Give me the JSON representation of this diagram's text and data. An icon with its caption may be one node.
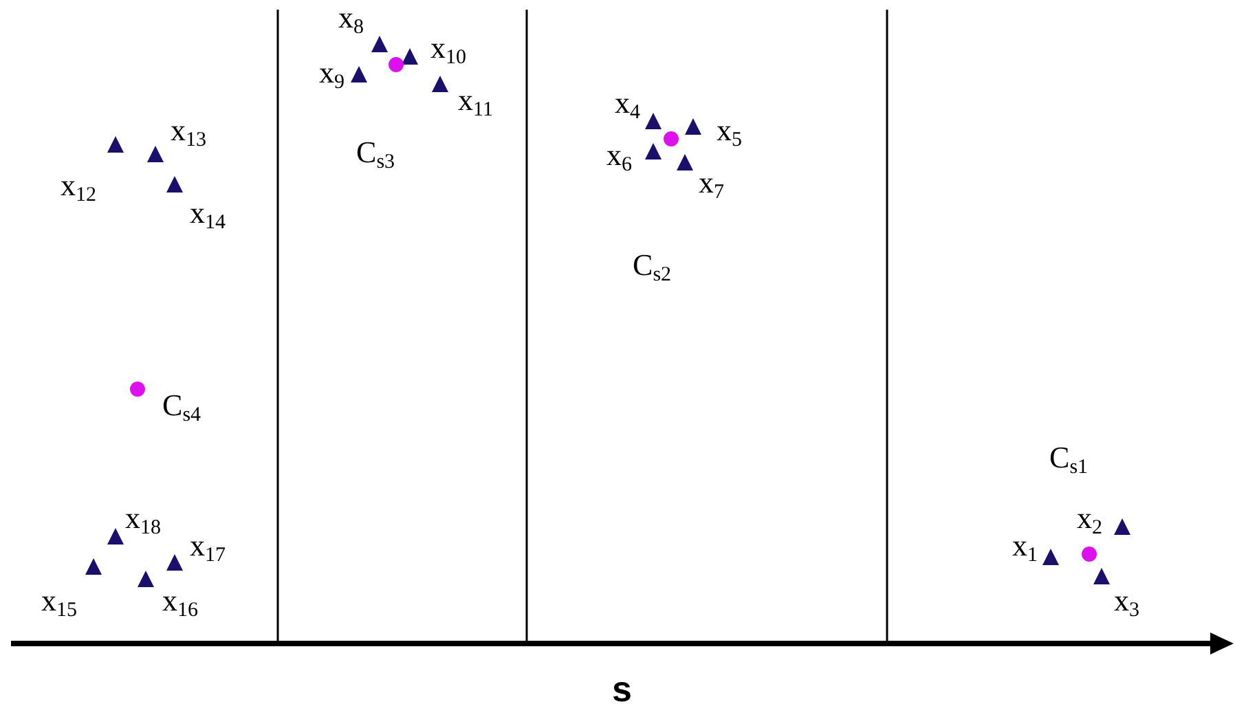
{
  "diagram": {
    "labels": [
      "x$_{8}$",
      "x$_{10}$",
      "x$_{9}$",
      "x$_{11}$",
      "x$_{4}$",
      "x$_{13}$",
      "x$_{5}$",
      "x$_{12}$",
      "x$_{6}$",
      "x$_{7}$",
      "C$_{s3}$",
      "x$_{14}$",
      "C$_{s2}$",
      "C$_{s4}$",
      "C$_{s1}$",
      "x$_{18}$",
      "x$_{2}$",
      "x$_{17}$",
      "x$_{1}$",
      "x$_{15}$",
      "x$_{16}$",
      "x$_{3}$",
      "s"
    ]
  }
}
